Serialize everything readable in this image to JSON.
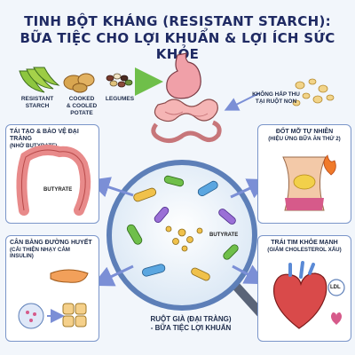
{
  "header": {
    "title_line1": "TINH BỘT KHÁNG (RESISTANT STARCH):",
    "title_line2": "BỮA TIỆC CHO LỢI KHUẨN & LỢI ÍCH SỨC KHỎE"
  },
  "foods": [
    {
      "label": "RESISTANT\nSTARCH"
    },
    {
      "label": "COOKED\n& COOLED\nPOTATE"
    },
    {
      "label": "LEGUMES"
    }
  ],
  "small_intestine_note": {
    "line1": "KHÔNG HẤP THU",
    "line2": "TẠI RUỘT NON"
  },
  "boxes": {
    "colon": {
      "title": "TÁI TẠO & BẢO VỆ ĐẠI TRÀNG",
      "subtitle": "(NHỜ BUTYRATE)",
      "tag": "BUTYRATE"
    },
    "fat": {
      "title": "ĐỐT MỠ TỰ NHIÊN",
      "subtitle": "(HIỆU ỨNG BỮA ĂN THỨ 2)"
    },
    "sugar": {
      "title": "CÂN BẰNG ĐƯỜNG HUYẾT",
      "subtitle": "(CẢI THIỆN NHẠY CẢM INSULIN)"
    },
    "heart": {
      "title": "TRÁI TIM KHỎE MẠNH",
      "subtitle": "(GIẢM CHOLESTEROL XẤU)",
      "tag": "LDL"
    }
  },
  "center_tag": "BUTYRATE",
  "caption": {
    "line1": "RUỘT GIÀ (ĐẠI TRÀNG)",
    "line2": "- BỮA TIỆC LỢI KHUẨN"
  },
  "colors": {
    "title": "#1f2a63",
    "box_border": "#7a95c9",
    "arrow": "#7b8fd6",
    "green_arrow": "#6fbf4a"
  }
}
